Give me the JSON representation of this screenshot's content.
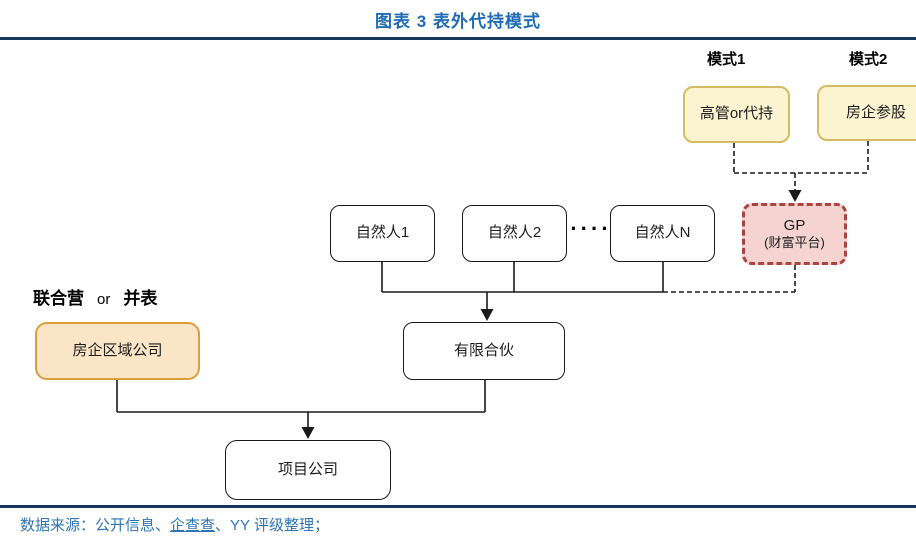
{
  "figure": {
    "title": "图表 3 表外代持模式",
    "source": {
      "prefix": "数据来源：公开信息、",
      "link": "企查查",
      "suffix": "、YY 评级整理；"
    }
  },
  "labels": {
    "mode1": "模式1",
    "mode2": "模式2",
    "annotation_left": "联合营",
    "annotation_mid": "or",
    "annotation_right": "并表",
    "dots": "····"
  },
  "nodes": {
    "exec": "高管or代持",
    "equity": "房企参股",
    "gp_line1": "GP",
    "gp_line2": "(财富平台)",
    "np1": "自然人1",
    "np2": "自然人2",
    "npn": "自然人N",
    "lp": "有限合伙",
    "regional": "房企区域公司",
    "project": "项目公司"
  },
  "colors": {
    "title_blue": "#1F6CB4",
    "rule_navy": "#17375E",
    "source_blue": "#2E74B5",
    "yellow_fill": "#FCF3D1",
    "yellow_border": "#D3BC64",
    "orange_fill": "#FBE5C7",
    "orange_border": "#DC9E38",
    "pink_fill": "#F5D3D1",
    "pink_border": "#A94441",
    "line_black": "#1a1a1a"
  }
}
